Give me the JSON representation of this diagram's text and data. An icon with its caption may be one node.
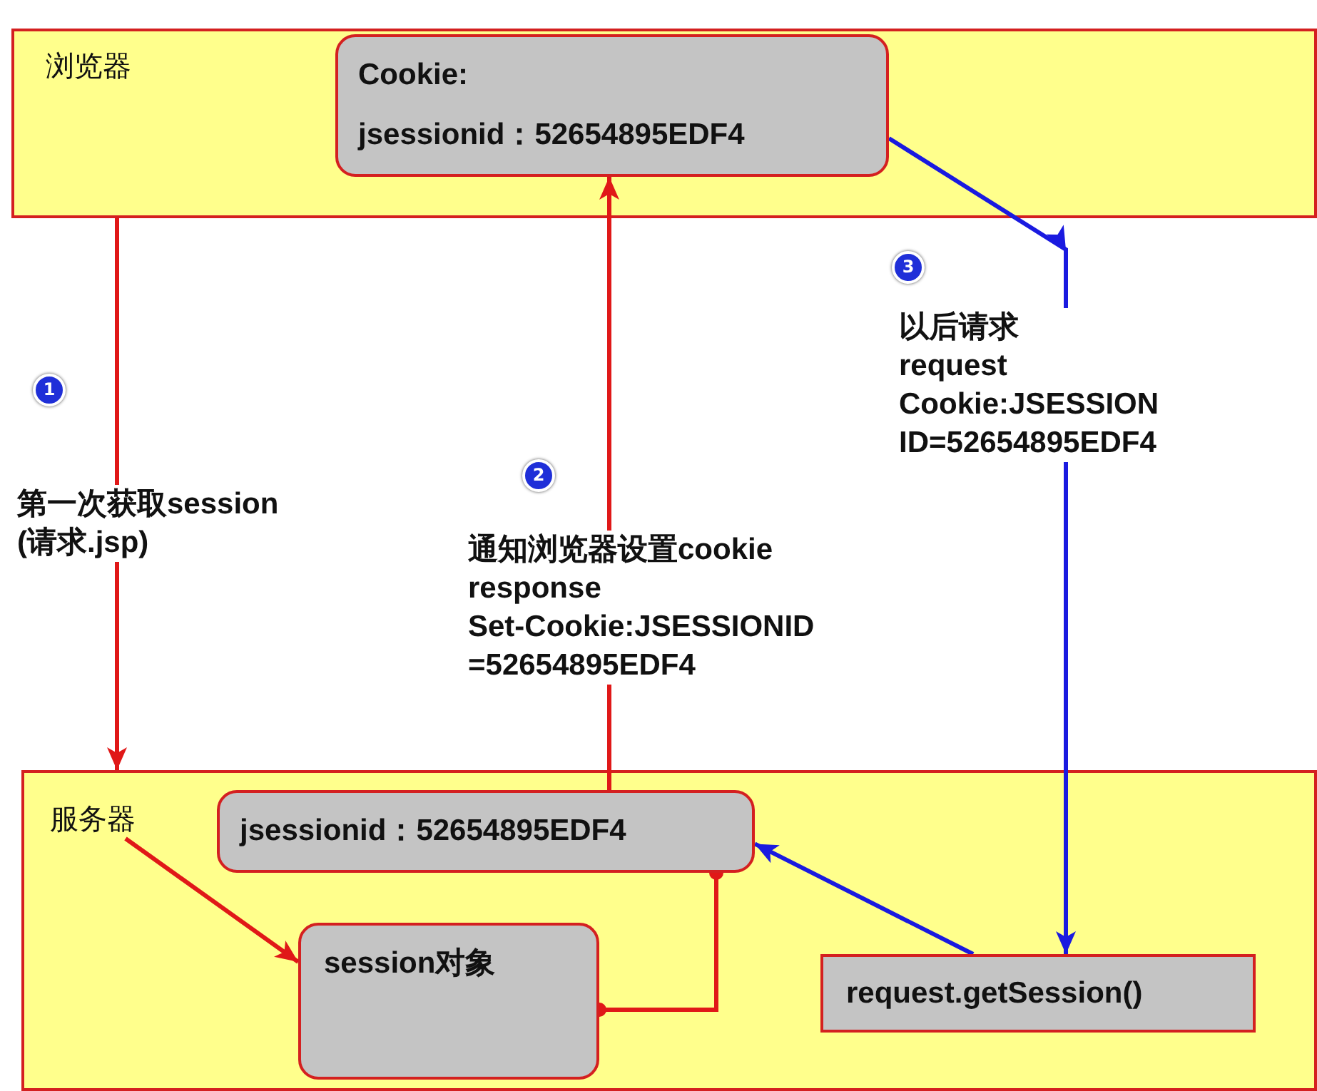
{
  "diagram": {
    "nodes": [
      {
        "text": [
          "浏览器"
        ]
      },
      {
        "text": [
          "Cookie:",
          "jsessionid：52654895EDF4"
        ],
        "in": 0
      },
      {
        "text": [
          "服务器"
        ]
      },
      {
        "text": [
          "jsessionid：52654895EDF4"
        ],
        "in": 2
      },
      {
        "text": [
          "session对象"
        ],
        "in": 2
      },
      {
        "text": [
          "request.getSession()"
        ],
        "in": 2
      }
    ],
    "edges": [
      {
        "from": 0,
        "to": 2,
        "arrow": "to",
        "label": "第一次获取session (请求.jsp)",
        "color": "#e01818"
      },
      {
        "from": 3,
        "to": 1,
        "arrow": "to",
        "label": "通知浏览器设置cookie response Set-Cookie:JSESSIONID =52654895EDF4",
        "color": "#e01818"
      },
      {
        "from": 1,
        "to": 5,
        "arrow": "to",
        "label": "以后请求 request Cookie:JSESSION ID=52654895EDF4",
        "color": "#1a1ae0"
      },
      {
        "from": 5,
        "to": 3,
        "arrow": "to",
        "color": "#1a1ae0"
      },
      {
        "from": 2,
        "to": 4,
        "arrow": "to",
        "color": "#e01818"
      },
      {
        "from": 3,
        "to": 4,
        "arrow": "other",
        "color": "#e01818"
      }
    ],
    "labels": [
      "1",
      "2",
      "3"
    ]
  }
}
